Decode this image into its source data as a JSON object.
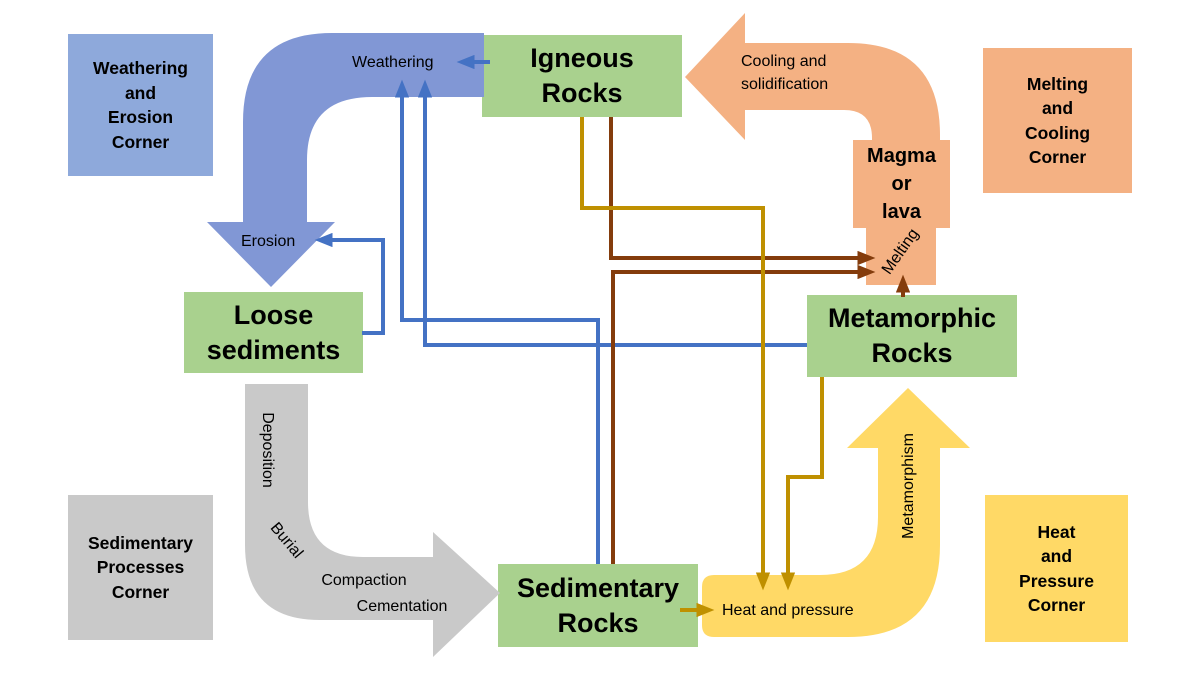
{
  "colors": {
    "green_box": "#A9D18E",
    "blue_band": "#8197D5",
    "blue_corner_box": "#8EA9DB",
    "thin_blue_arrow": "#4472C4",
    "orange": "#F4B183",
    "gray": "#C9C9C9",
    "yellow": "#FFD966",
    "dark_yellow_line": "#BF9000",
    "brown_line": "#843C0C",
    "text": "#000000"
  },
  "corners": {
    "weathering_erosion": {
      "lines": [
        "Weathering",
        "and",
        "Erosion",
        "Corner"
      ]
    },
    "melting_cooling": {
      "lines": [
        "Melting",
        "and",
        "Cooling",
        "Corner"
      ]
    },
    "sedimentary_processes": {
      "lines": [
        "Sedimentary",
        "Processes",
        "Corner"
      ]
    },
    "heat_pressure": {
      "lines": [
        "Heat",
        "and",
        "Pressure",
        "Corner"
      ]
    }
  },
  "nodes": {
    "igneous": {
      "lines": [
        "Igneous",
        "Rocks"
      ]
    },
    "loose_sediments": {
      "lines": [
        "Loose",
        "sediments"
      ]
    },
    "sedimentary": {
      "lines": [
        "Sedimentary",
        "Rocks"
      ]
    },
    "metamorphic": {
      "lines": [
        "Metamorphic",
        "Rocks"
      ]
    },
    "magma": {
      "lines": [
        "Magma",
        "or",
        "lava"
      ]
    }
  },
  "labels": {
    "weathering": "Weathering",
    "erosion": "Erosion",
    "cooling_line1": "Cooling and",
    "cooling_line2": "solidification",
    "melting": "Melting",
    "deposition": "Deposition",
    "burial": "Burial",
    "compaction": "Compaction",
    "cementation": "Cementation",
    "heat_and_pressure": "Heat and pressure",
    "metamorphism": "Metamorphism"
  }
}
